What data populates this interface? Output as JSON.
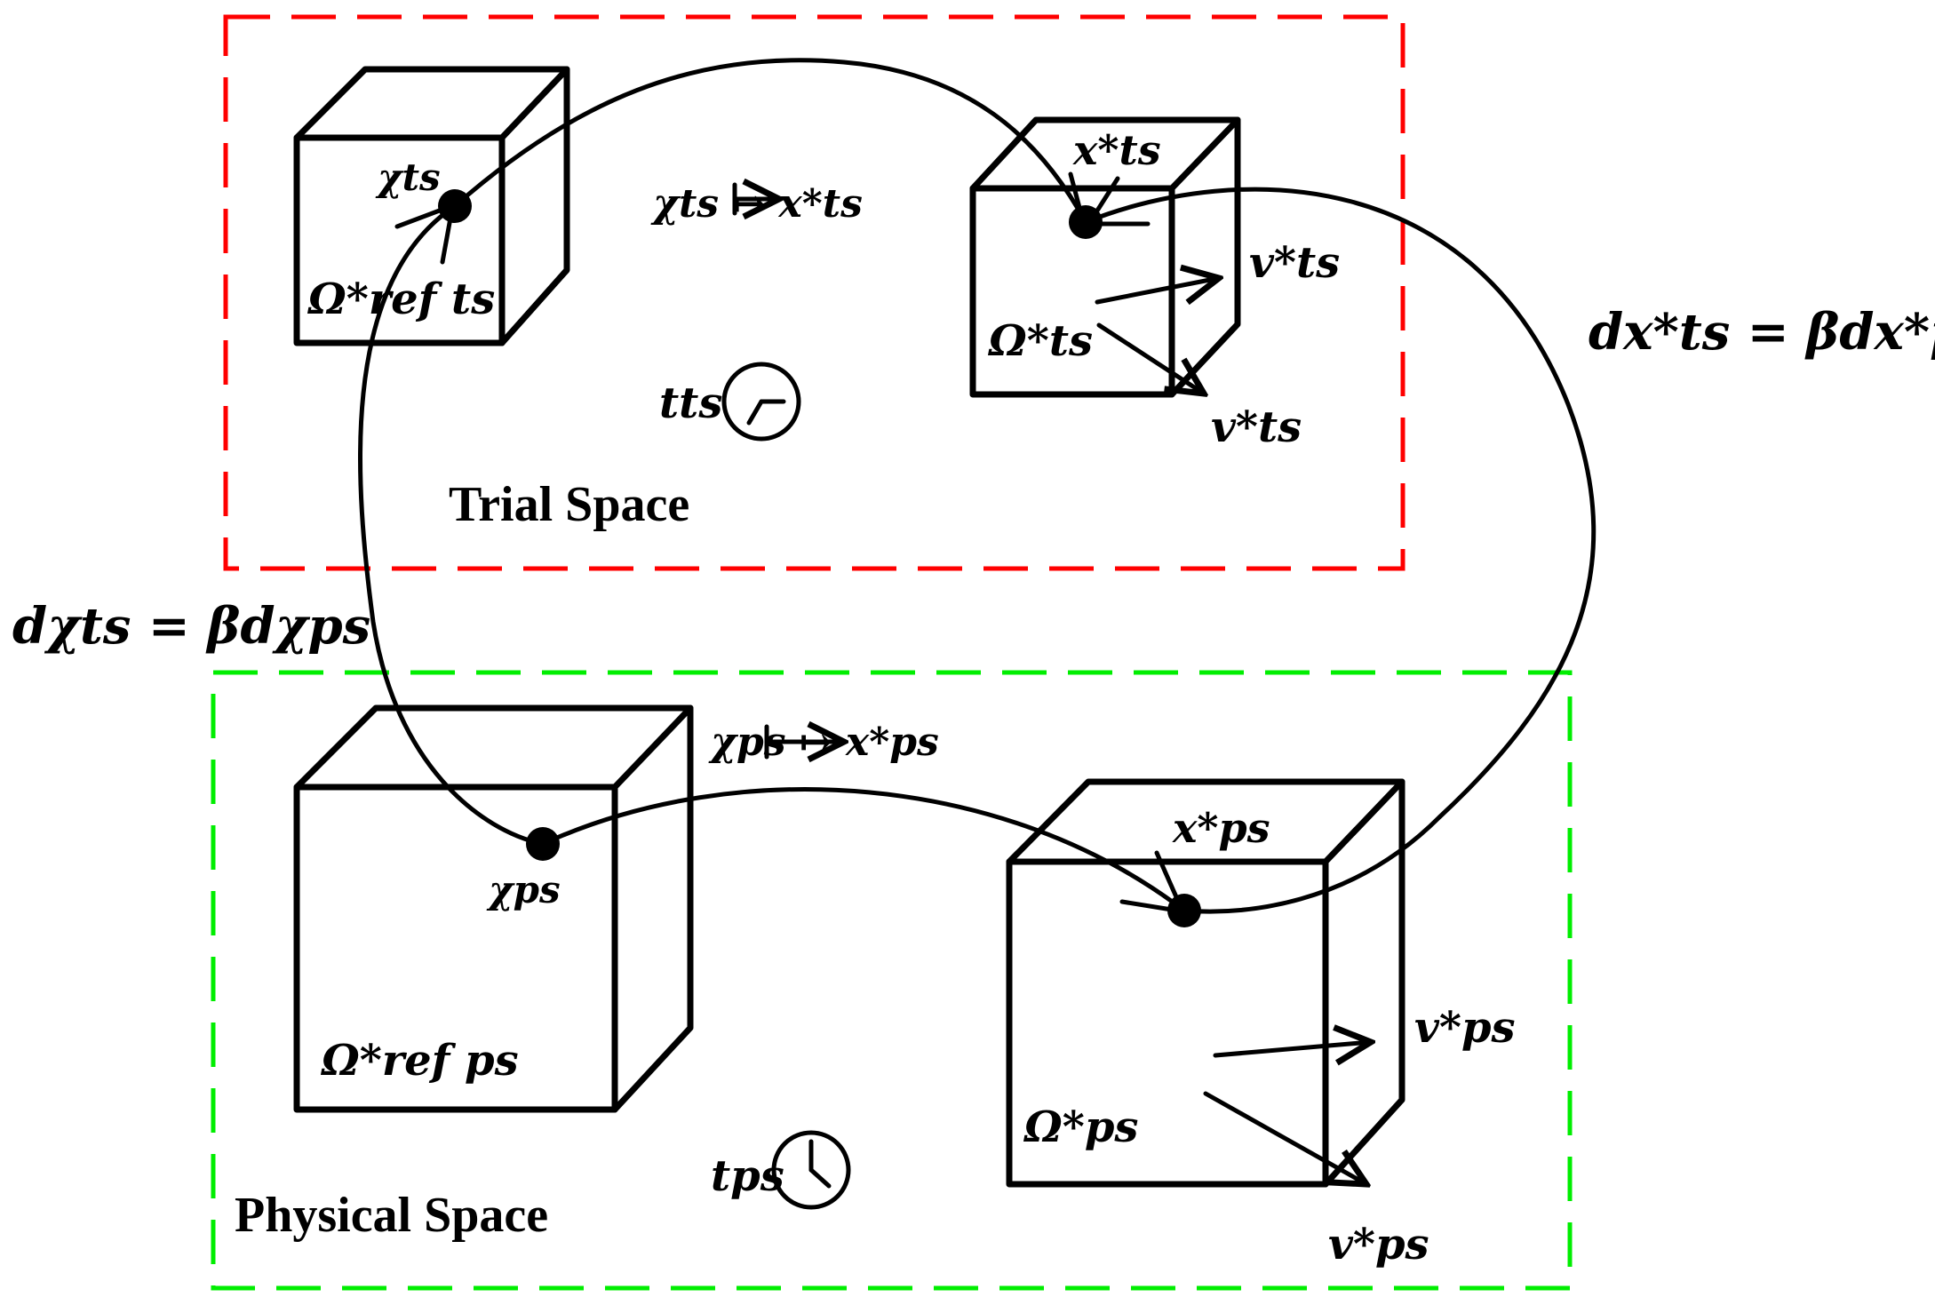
{
  "trial_space": {
    "title": "Trial Space",
    "border_color": "#ff0000",
    "map_symbol": "χts ↦ x*ts",
    "point_ref": "χts",
    "point_mapped": "x*ts",
    "domain_ref": "Ω*ref ts",
    "domain": "Ω*ts",
    "velocity_1": "v*ts",
    "velocity_2": "v*ts",
    "time": "tts",
    "clock_icon": "clock-icon"
  },
  "physical_space": {
    "title": "Physical Space",
    "border_color": "#00ee00",
    "map_symbol": "χps ↦ x*ps",
    "point_ref": "χps",
    "point_mapped": "x*ps",
    "domain_ref": "Ω*ref ps",
    "domain": "Ω*ps",
    "velocity_1": "v*ps",
    "velocity_2": "v*ps",
    "time": "tps",
    "clock_icon": "clock-icon"
  },
  "relations": {
    "reference_scaling": "dχts = βdχps",
    "current_scaling": "dx*ts = βdx*ps"
  }
}
